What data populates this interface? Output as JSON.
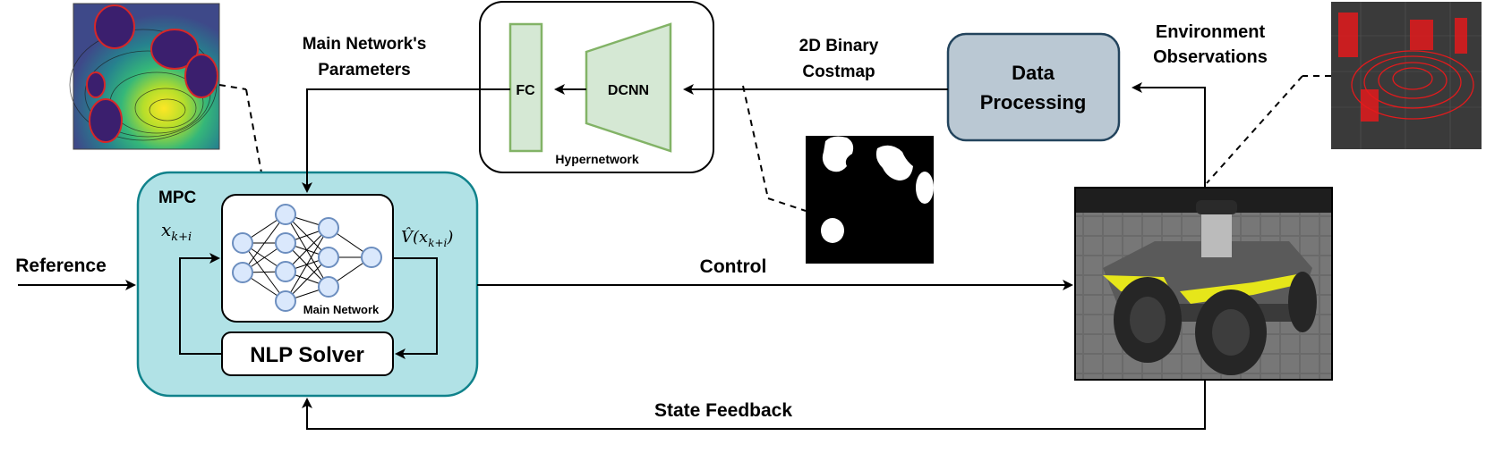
{
  "diagram": {
    "mpc_label": "MPC",
    "main_network_label": "Main Network",
    "nlp_solver_label": "NLP Solver",
    "state_in_label": "x",
    "state_in_sub": "k+i",
    "value_out_label": "V̂(x",
    "value_out_sub": "k+i",
    "value_out_close": ")",
    "reference_label": "Reference",
    "control_label": "Control",
    "state_feedback_label": "State Feedback",
    "main_params_line1": "Main Network's",
    "main_params_line2": "Parameters",
    "fc_label": "FC",
    "dcnn_label": "DCNN",
    "hypernetwork_label": "Hypernetwork",
    "costmap_line1": "2D Binary",
    "costmap_line2": "Costmap",
    "data_processing_line1": "Data",
    "data_processing_line2": "Processing",
    "env_obs_line1": "Environment",
    "env_obs_line2": "Observations"
  },
  "colors": {
    "mpc_fill": "#b1e2e6",
    "mpc_stroke": "#10828b",
    "neuron_fill": "#dae8fc",
    "neuron_stroke": "#6c8ebf",
    "hyper_fill": "#d5e8d4",
    "hyper_stroke": "#82b366",
    "data_proc_fill": "#bac8d3",
    "data_proc_stroke": "#23445d"
  }
}
